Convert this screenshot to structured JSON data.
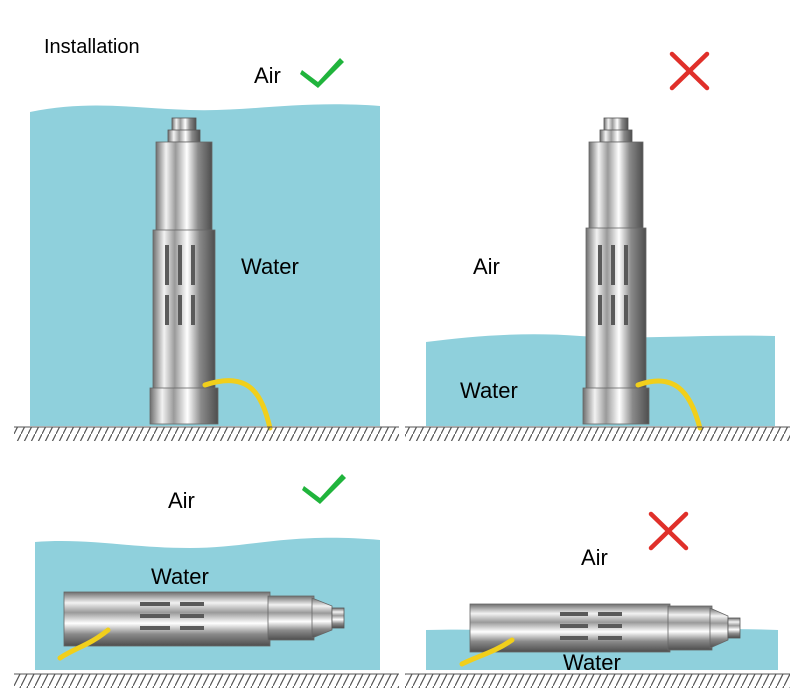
{
  "title": "Installation",
  "colors": {
    "water": "#8fd0dc",
    "correct": "#20b43c",
    "wrong": "#e0302a",
    "ground_hatch": "#555555"
  },
  "panels": [
    {
      "id": "vertical-submerged",
      "air_label": "Air",
      "water_label": "Water",
      "status": "correct",
      "status_icon": "check-icon"
    },
    {
      "id": "vertical-partial",
      "air_label": "Air",
      "water_label": "Water",
      "status": "wrong",
      "status_icon": "cross-icon"
    },
    {
      "id": "horizontal-submerged",
      "air_label": "Air",
      "water_label": "Water",
      "status": "correct",
      "status_icon": "check-icon"
    },
    {
      "id": "horizontal-partial",
      "air_label": "Air",
      "water_label": "Water",
      "status": "wrong",
      "status_icon": "cross-icon"
    }
  ]
}
